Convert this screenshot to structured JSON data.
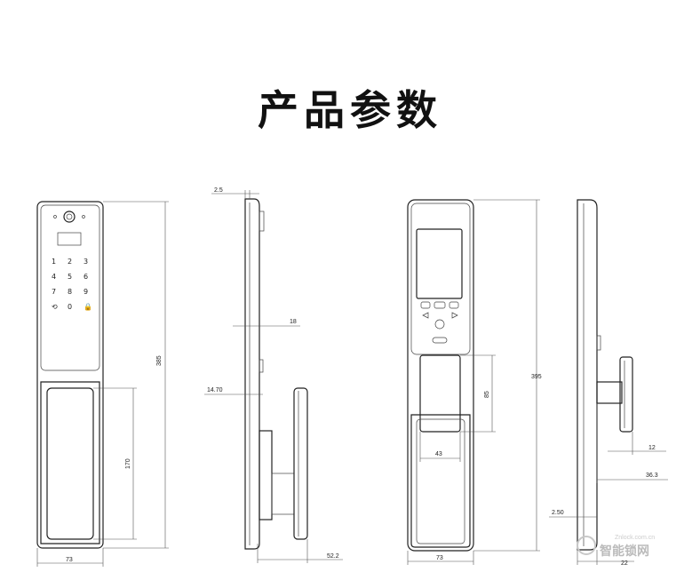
{
  "title": "产品参数",
  "views": {
    "front_a": {
      "height_label": "385",
      "width_label": "73",
      "handle_label": "170"
    },
    "side_a": {
      "top_label": "2.5",
      "thick_label": "18",
      "offset_label": "14.70",
      "depth_label": "52.2"
    },
    "front_b": {
      "height_label": "395",
      "width_label": "73",
      "handle_h_label": "85",
      "handle_w_label": "43"
    },
    "side_b": {
      "label_12": "12",
      "label_363": "36.3",
      "label_250": "2.50",
      "label_22": "22"
    }
  },
  "keypad": {
    "keys": [
      "1",
      "2",
      "3",
      "4",
      "5",
      "6",
      "7",
      "8",
      "9",
      "⟲",
      "0",
      "🔒"
    ]
  },
  "watermark": {
    "brand": "智能锁网",
    "site": "Znlock.com.cn"
  }
}
